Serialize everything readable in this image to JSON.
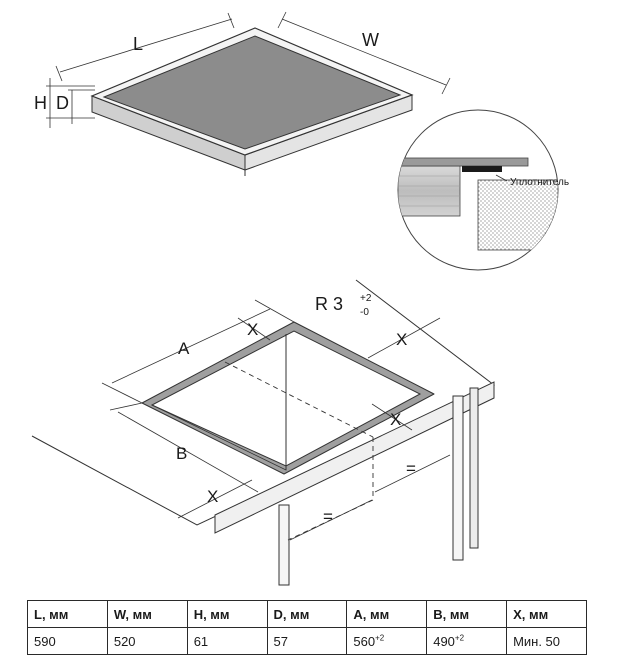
{
  "labels": {
    "L": "L",
    "W": "W",
    "H": "H",
    "D": "D",
    "seal": "Уплотнитель",
    "A": "A",
    "B": "B",
    "X": "X",
    "radius": "R 3",
    "radius_plus": "+2",
    "radius_minus": "-0",
    "equal": "="
  },
  "table": {
    "headers": [
      "L, мм",
      "W, мм",
      "H, мм",
      "D, мм",
      "A, мм",
      "B, мм",
      "X, мм"
    ],
    "values": [
      "590",
      "520",
      "61",
      "57",
      "560",
      "490",
      "Мин. 50"
    ],
    "sup_a": "+2",
    "sup_b": "+2"
  }
}
